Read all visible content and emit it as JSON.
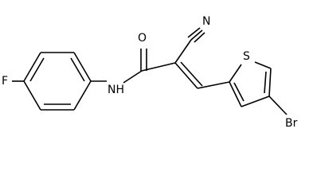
{
  "molecule": {
    "atoms": {
      "fluorine": "F",
      "amide_nh": "NH",
      "carbonyl_oxygen": "O",
      "nitrile_nitrogen": "N",
      "thiophene_sulfur": "S",
      "bromine": "Br"
    }
  },
  "colors": {
    "bond": "#000000",
    "label": "#000000",
    "background": "#ffffff"
  }
}
